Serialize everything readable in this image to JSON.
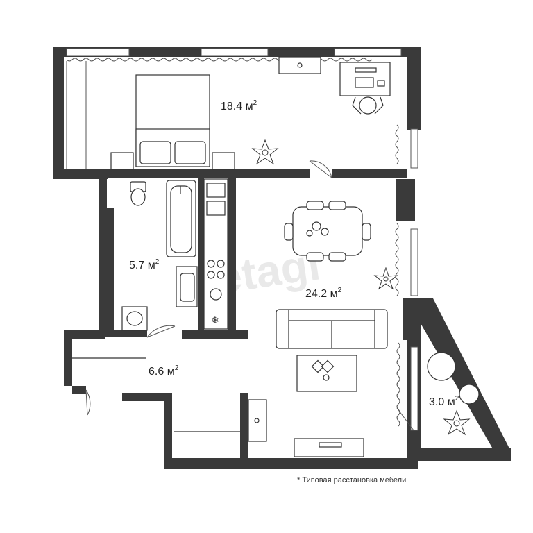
{
  "plan": {
    "wall_color": "#3a3a3a",
    "line_color": "#333333",
    "background": "#ffffff",
    "watermark": "etagi",
    "note": "* Типовая расстановка мебели",
    "rooms": [
      {
        "id": "bedroom",
        "area": "18.4 м",
        "unit_sup": "2"
      },
      {
        "id": "bathroom",
        "area": "5.7 м",
        "unit_sup": "2"
      },
      {
        "id": "living-kitchen",
        "area": "24.2 м",
        "unit_sup": "2"
      },
      {
        "id": "hallway",
        "area": "6.6 м",
        "unit_sup": "2"
      },
      {
        "id": "balcony",
        "area": "3.0 м",
        "unit_sup": "2"
      }
    ]
  }
}
